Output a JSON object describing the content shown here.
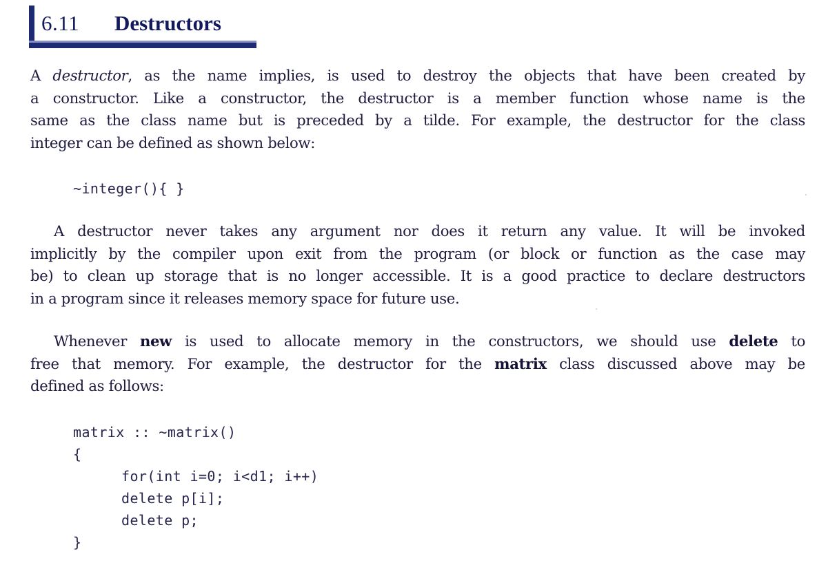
{
  "heading": {
    "number": "6.11",
    "title": "Destructors"
  },
  "paragraph1": {
    "l1_a": "A ",
    "l1_em": "destructor",
    "l1_b": ", as the name implies,  is used to destroy the objects that have been created by",
    "l2": "a constructor. Like a constructor, the destructor is a member function whose name is the",
    "l3": "same as the class name but is preceded by a tilde. For example,  the destructor for the class",
    "l4": "integer can be defined as shown below:"
  },
  "code1": "~integer(){ }",
  "paragraph2": {
    "l1": "A destructor never takes any argument nor does it return any value. It will be invoked",
    "l2": "implicitly by the compiler upon exit from the program (or block or function as the case may",
    "l3": "be) to clean up storage that is no longer accessible. It is a good practice to declare destructors",
    "l4": "in a program since it releases memory space for future use."
  },
  "paragraph3": {
    "l1_a": "Whenever ",
    "l1_new": "new",
    "l1_b": " is used to allocate memory in the  constructors,  we should use ",
    "l1_delete": "delete",
    "l1_c": " to",
    "l2_a": "free that memory. For example,  the destructor for the ",
    "l2_matrix": "matrix",
    "l2_b": " class discussed above may be",
    "l3": "defined as follows:"
  },
  "code2": {
    "line1": "matrix :: ~matrix()",
    "line2": "{",
    "line3": "for(int i=0; i<d1; i++)",
    "line4": "delete p[i];",
    "line5": "delete p;",
    "line6": "}"
  }
}
